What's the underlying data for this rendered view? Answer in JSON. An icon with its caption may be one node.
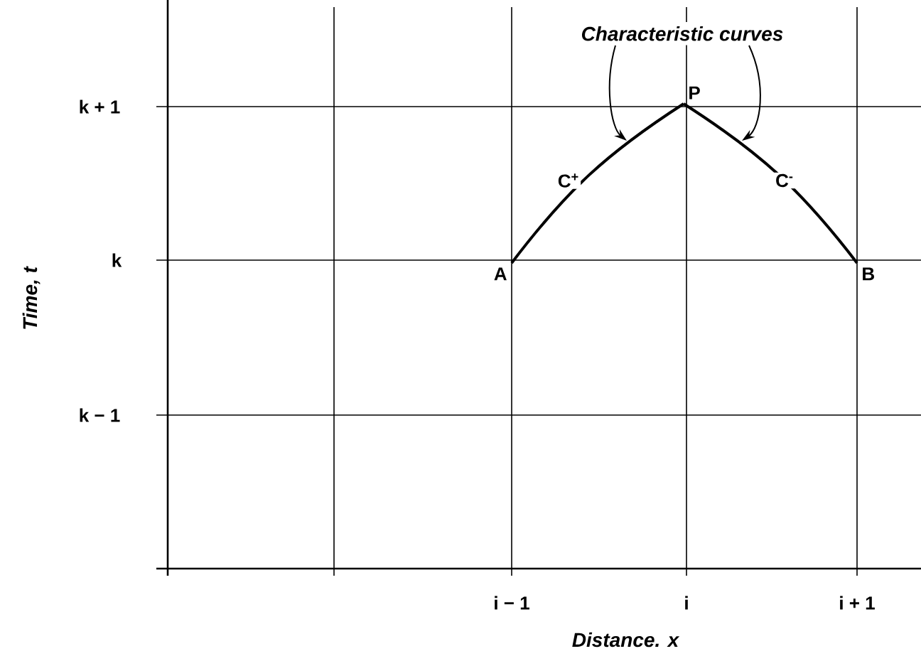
{
  "diagram": {
    "nodes": [
      {
        "text": [
          "Characteristic curves"
        ]
      },
      {
        "text": [
          "A"
        ]
      },
      {
        "text": [
          "P"
        ]
      },
      {
        "text": [
          "B"
        ]
      }
    ],
    "edges": [
      {
        "from": 1,
        "to": 2,
        "arrow": "none",
        "label": "C$^{+}$"
      },
      {
        "from": 2,
        "to": 3,
        "arrow": "none",
        "label": "C$^{-}$"
      },
      {
        "from": 0,
        "to": null,
        "arrow": "to"
      },
      {
        "from": 0,
        "to": null,
        "arrow": "to"
      }
    ],
    "labels": [
      "k + 1",
      "k",
      "k − 1",
      "Time, t",
      "i − 1",
      "i",
      "i + 1",
      "Distance. x"
    ]
  }
}
